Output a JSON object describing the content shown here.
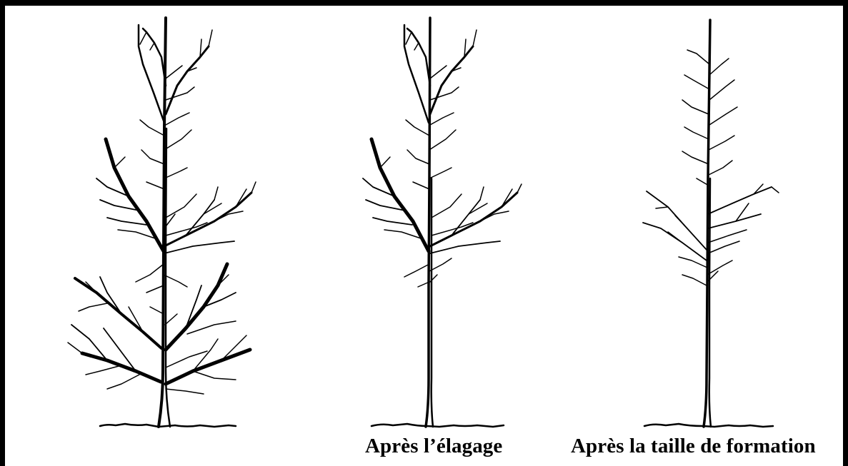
{
  "figure": {
    "panels": [
      {
        "id": "before",
        "caption": ""
      },
      {
        "id": "after_pruning",
        "caption": "Après l’élagage"
      },
      {
        "id": "after_training",
        "caption": "Après la taille de formation"
      }
    ],
    "colors": {
      "border": "#000000",
      "ink": "#000000",
      "background": "#ffffff"
    }
  }
}
